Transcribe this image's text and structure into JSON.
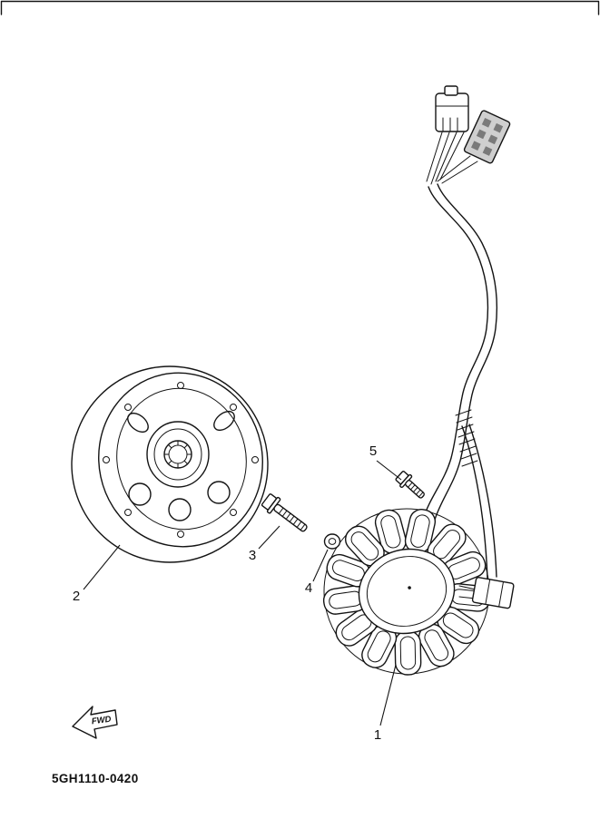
{
  "diagram": {
    "code": "5GH1110-0420",
    "fwd": "FWD",
    "callouts": [
      {
        "label": "1"
      },
      {
        "label": "2"
      },
      {
        "label": "3"
      },
      {
        "label": "4"
      },
      {
        "label": "5"
      }
    ],
    "colors": {
      "line": "#141414",
      "background": "#ffffff",
      "connector_gray": "#cfcfcf",
      "pin_gray": "#7a7a7a"
    }
  }
}
